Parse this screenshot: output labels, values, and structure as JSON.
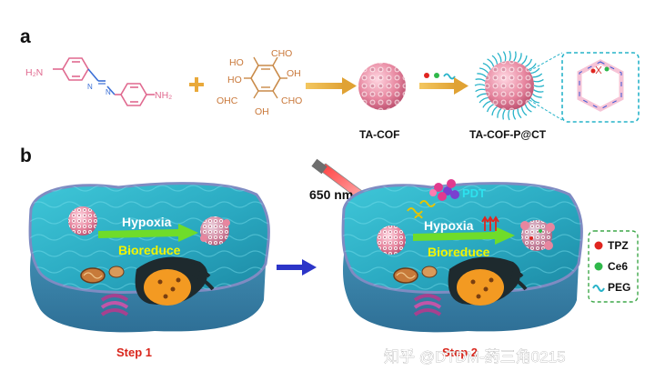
{
  "panel_a": {
    "letter": "a",
    "monomer1_left": "H₂N",
    "monomer1_right": "NH₂",
    "plus": "+",
    "monomer2_labels": [
      "CHO",
      "HO",
      "OH",
      "HO",
      "OHC",
      "CHO",
      "OH"
    ],
    "product1": "TA-COF",
    "product2": "TA-COF-P@CT"
  },
  "panel_b": {
    "letter": "b",
    "cell1": {
      "hypoxia": "Hypoxia",
      "bioreduce": "Bioreduce",
      "step": "Step 1"
    },
    "laser_label": "650 nm",
    "cell2": {
      "pdt": "PDT",
      "hypoxia": "Hypoxia",
      "bioreduce": "Bioreduce",
      "step": "Step 2"
    },
    "legend": [
      "TPZ",
      "Ce6",
      "PEG"
    ]
  },
  "watermark": "知乎 @DTDM-药三角0215",
  "colors": {
    "amine_pink": "#e0698f",
    "arrow_gold": "#e7ad3d",
    "cell_teal": "#3cb6c8",
    "cell_deep": "#1f8ea3",
    "membrane": "#8c8fb8",
    "green_arrow": "#6fdc2a",
    "blue_arrow": "#2c35c8",
    "tpz_red": "#e0251f",
    "ce6_green": "#2fb84a",
    "peg_teal": "#27b3c9",
    "step_red": "#d9261c",
    "legend_border": "#3fa84a"
  }
}
